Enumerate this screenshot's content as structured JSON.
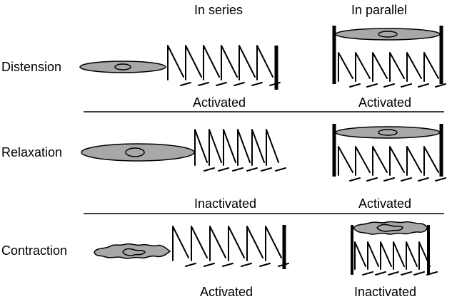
{
  "columns": {
    "series": "In series",
    "parallel": "In parallel"
  },
  "rows": [
    {
      "label": "Distension",
      "series_state": "Activated",
      "parallel_state": "Activated"
    },
    {
      "label": "Relaxation",
      "series_state": "Inactivated",
      "parallel_state": "Activated"
    },
    {
      "label": "Contraction",
      "series_state": "Activated",
      "parallel_state": "Inactivated"
    }
  ],
  "colors": {
    "cell_fill": "#a8a8a8",
    "line": "#000000",
    "background": "#ffffff"
  }
}
